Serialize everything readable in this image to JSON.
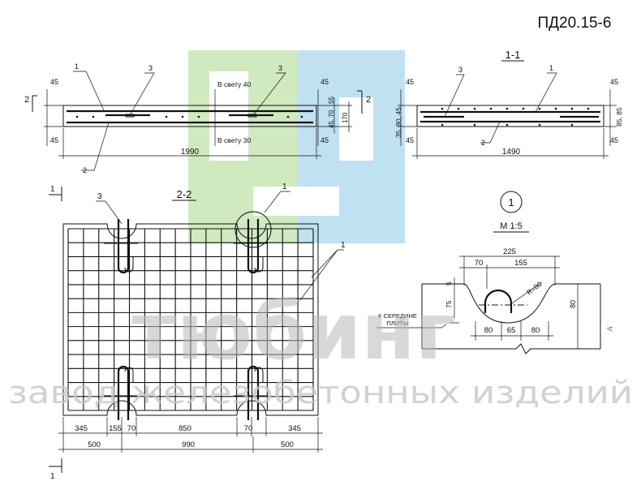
{
  "drawing": {
    "code": "ПД20.15-6",
    "section_1_1": "1-1",
    "section_2_2": "2-2",
    "detail_number": "1",
    "detail_scale": "М 1:5",
    "section_mark_2": "2",
    "section_mark_1": "1",
    "note_clear_40": "В свету 40",
    "note_clear_30": "В свету 30",
    "note_to_middle_line1": "К СЕРЕДИНЕ",
    "note_to_middle_line2": "ПЛИТЫ"
  },
  "callouts": {
    "c1": "1",
    "c2": "2",
    "c3": "3",
    "s1_c1": "1",
    "s1_c2": "2",
    "s1_c3": "3",
    "plan_c1": "1",
    "plan_c3": "3",
    "plan_c1b": "1"
  },
  "dims": {
    "side_length": "1990",
    "side_45_tl": "45",
    "side_45_bl": "45",
    "side_45_tr": "45",
    "side_45_br": "45",
    "side_55": "55",
    "side_45_70": "45, 70",
    "side_170": "170",
    "s1_length": "1490",
    "s1_45_tl": "45",
    "s1_45_bl": "45",
    "s1_45_tr": "45",
    "s1_45_br": "45",
    "s1_left_stack": "35, 90, 45",
    "s1_85_85": "85, 85",
    "plan_345_l": "345",
    "plan_155": "155",
    "plan_70_l": "70",
    "plan_850": "850",
    "plan_70_r": "70",
    "plan_345_r": "345",
    "plan_500_l": "500",
    "plan_990": "990",
    "plan_500_r": "500",
    "det_225": "225",
    "det_70": "70",
    "det_155": "155",
    "det_5": "5",
    "det_75": "75",
    "det_r80": "R=80",
    "det_80_h": "80",
    "det_80_l": "80",
    "det_65": "65",
    "det_80_r": "80"
  },
  "watermark": {
    "brand": "тюбинг",
    "tagline": "завод железобетонных изделий",
    "colors": {
      "green": "#c8e6b4",
      "blue": "#b4dcf0"
    }
  }
}
